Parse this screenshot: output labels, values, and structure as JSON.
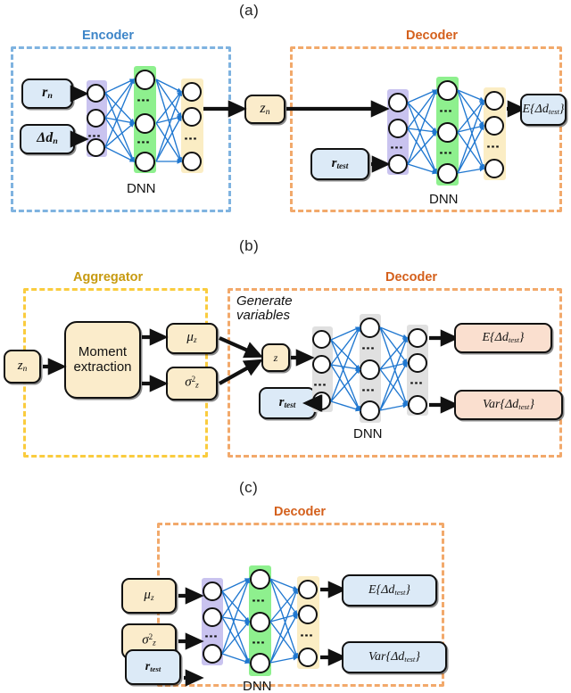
{
  "figure": {
    "panels": [
      {
        "id": "a",
        "label": "(a)"
      },
      {
        "id": "b",
        "label": "(b)"
      },
      {
        "id": "c",
        "label": "(c)"
      }
    ],
    "colors": {
      "encoder_border": "#7FB3E0",
      "decoder_border": "#F2A96B",
      "aggregator_border": "#FACC3E",
      "encoder_title": "#3D85C8",
      "decoder_title": "#D4601C",
      "aggregator_title": "#C79A10",
      "edge_blue": "#1F77D0",
      "arrow_black": "#111111",
      "band_purple": "#C9C3EF",
      "band_green": "#8EF08E",
      "band_yellow": "#FBEDC4",
      "band_gray": "#E0E0E0",
      "box_blue": "#DCEAF7",
      "box_cream": "#FBECCB",
      "box_peach": "#FADFCF"
    }
  },
  "panel_a": {
    "letter": "(a)",
    "encoder": {
      "title": "Encoder",
      "inputs": [
        {
          "name": "r-n",
          "text": "r",
          "sub": "n"
        },
        {
          "name": "delta-d-n",
          "text": "Δd",
          "sub": "n"
        }
      ],
      "dnn_label": "DNN"
    },
    "latent": {
      "name": "z-n",
      "text": "z",
      "sub": "n"
    },
    "decoder": {
      "title": "Decoder",
      "inputs": [
        {
          "name": "r-test",
          "text": "r",
          "sub": "test"
        }
      ],
      "dnn_label": "DNN",
      "outputs": [
        {
          "name": "expected-delta-d-test",
          "text": "E{Δd",
          "sub": "test",
          "tail": "}"
        }
      ]
    }
  },
  "panel_b": {
    "letter": "(b)",
    "aggregator": {
      "title": "Aggregator",
      "input": {
        "name": "z-n",
        "text": "z",
        "sub": "n"
      },
      "process": {
        "name": "moment-extraction",
        "line1": "Moment",
        "line2": "extraction"
      },
      "outputs": [
        {
          "name": "mu-z",
          "text": "μ",
          "sub": "z"
        },
        {
          "name": "sigma-squared-z",
          "text": "σ",
          "sup": "2",
          "sub": "z"
        }
      ]
    },
    "decoder": {
      "title": "Decoder",
      "generate_label_line1": "Generate",
      "generate_label_line2": "variables",
      "sample": {
        "name": "z-sample",
        "text": "z"
      },
      "inputs": [
        {
          "name": "r-test",
          "text": "r",
          "sub": "test"
        }
      ],
      "dnn_label": "DNN",
      "outputs": [
        {
          "name": "expected-delta-d-test",
          "text": "E{Δd",
          "sub": "test",
          "tail": "}"
        },
        {
          "name": "variance-delta-d-test",
          "text": "Var{Δd",
          "sub": "test",
          "tail": "}"
        }
      ]
    }
  },
  "panel_c": {
    "letter": "(c)",
    "decoder": {
      "title": "Decoder",
      "inputs": [
        {
          "name": "mu-z",
          "text": "μ",
          "sub": "z"
        },
        {
          "name": "sigma-squared-z",
          "text": "σ",
          "sup": "2",
          "sub": "z"
        },
        {
          "name": "r-test",
          "text": "r",
          "sub": "test"
        }
      ],
      "dnn_label": "DNN",
      "outputs": [
        {
          "name": "expected-delta-d-test",
          "text": "E{Δd",
          "sub": "test",
          "tail": "}"
        },
        {
          "name": "variance-delta-d-test",
          "text": "Var{Δd",
          "sub": "test",
          "tail": "}"
        }
      ]
    }
  }
}
